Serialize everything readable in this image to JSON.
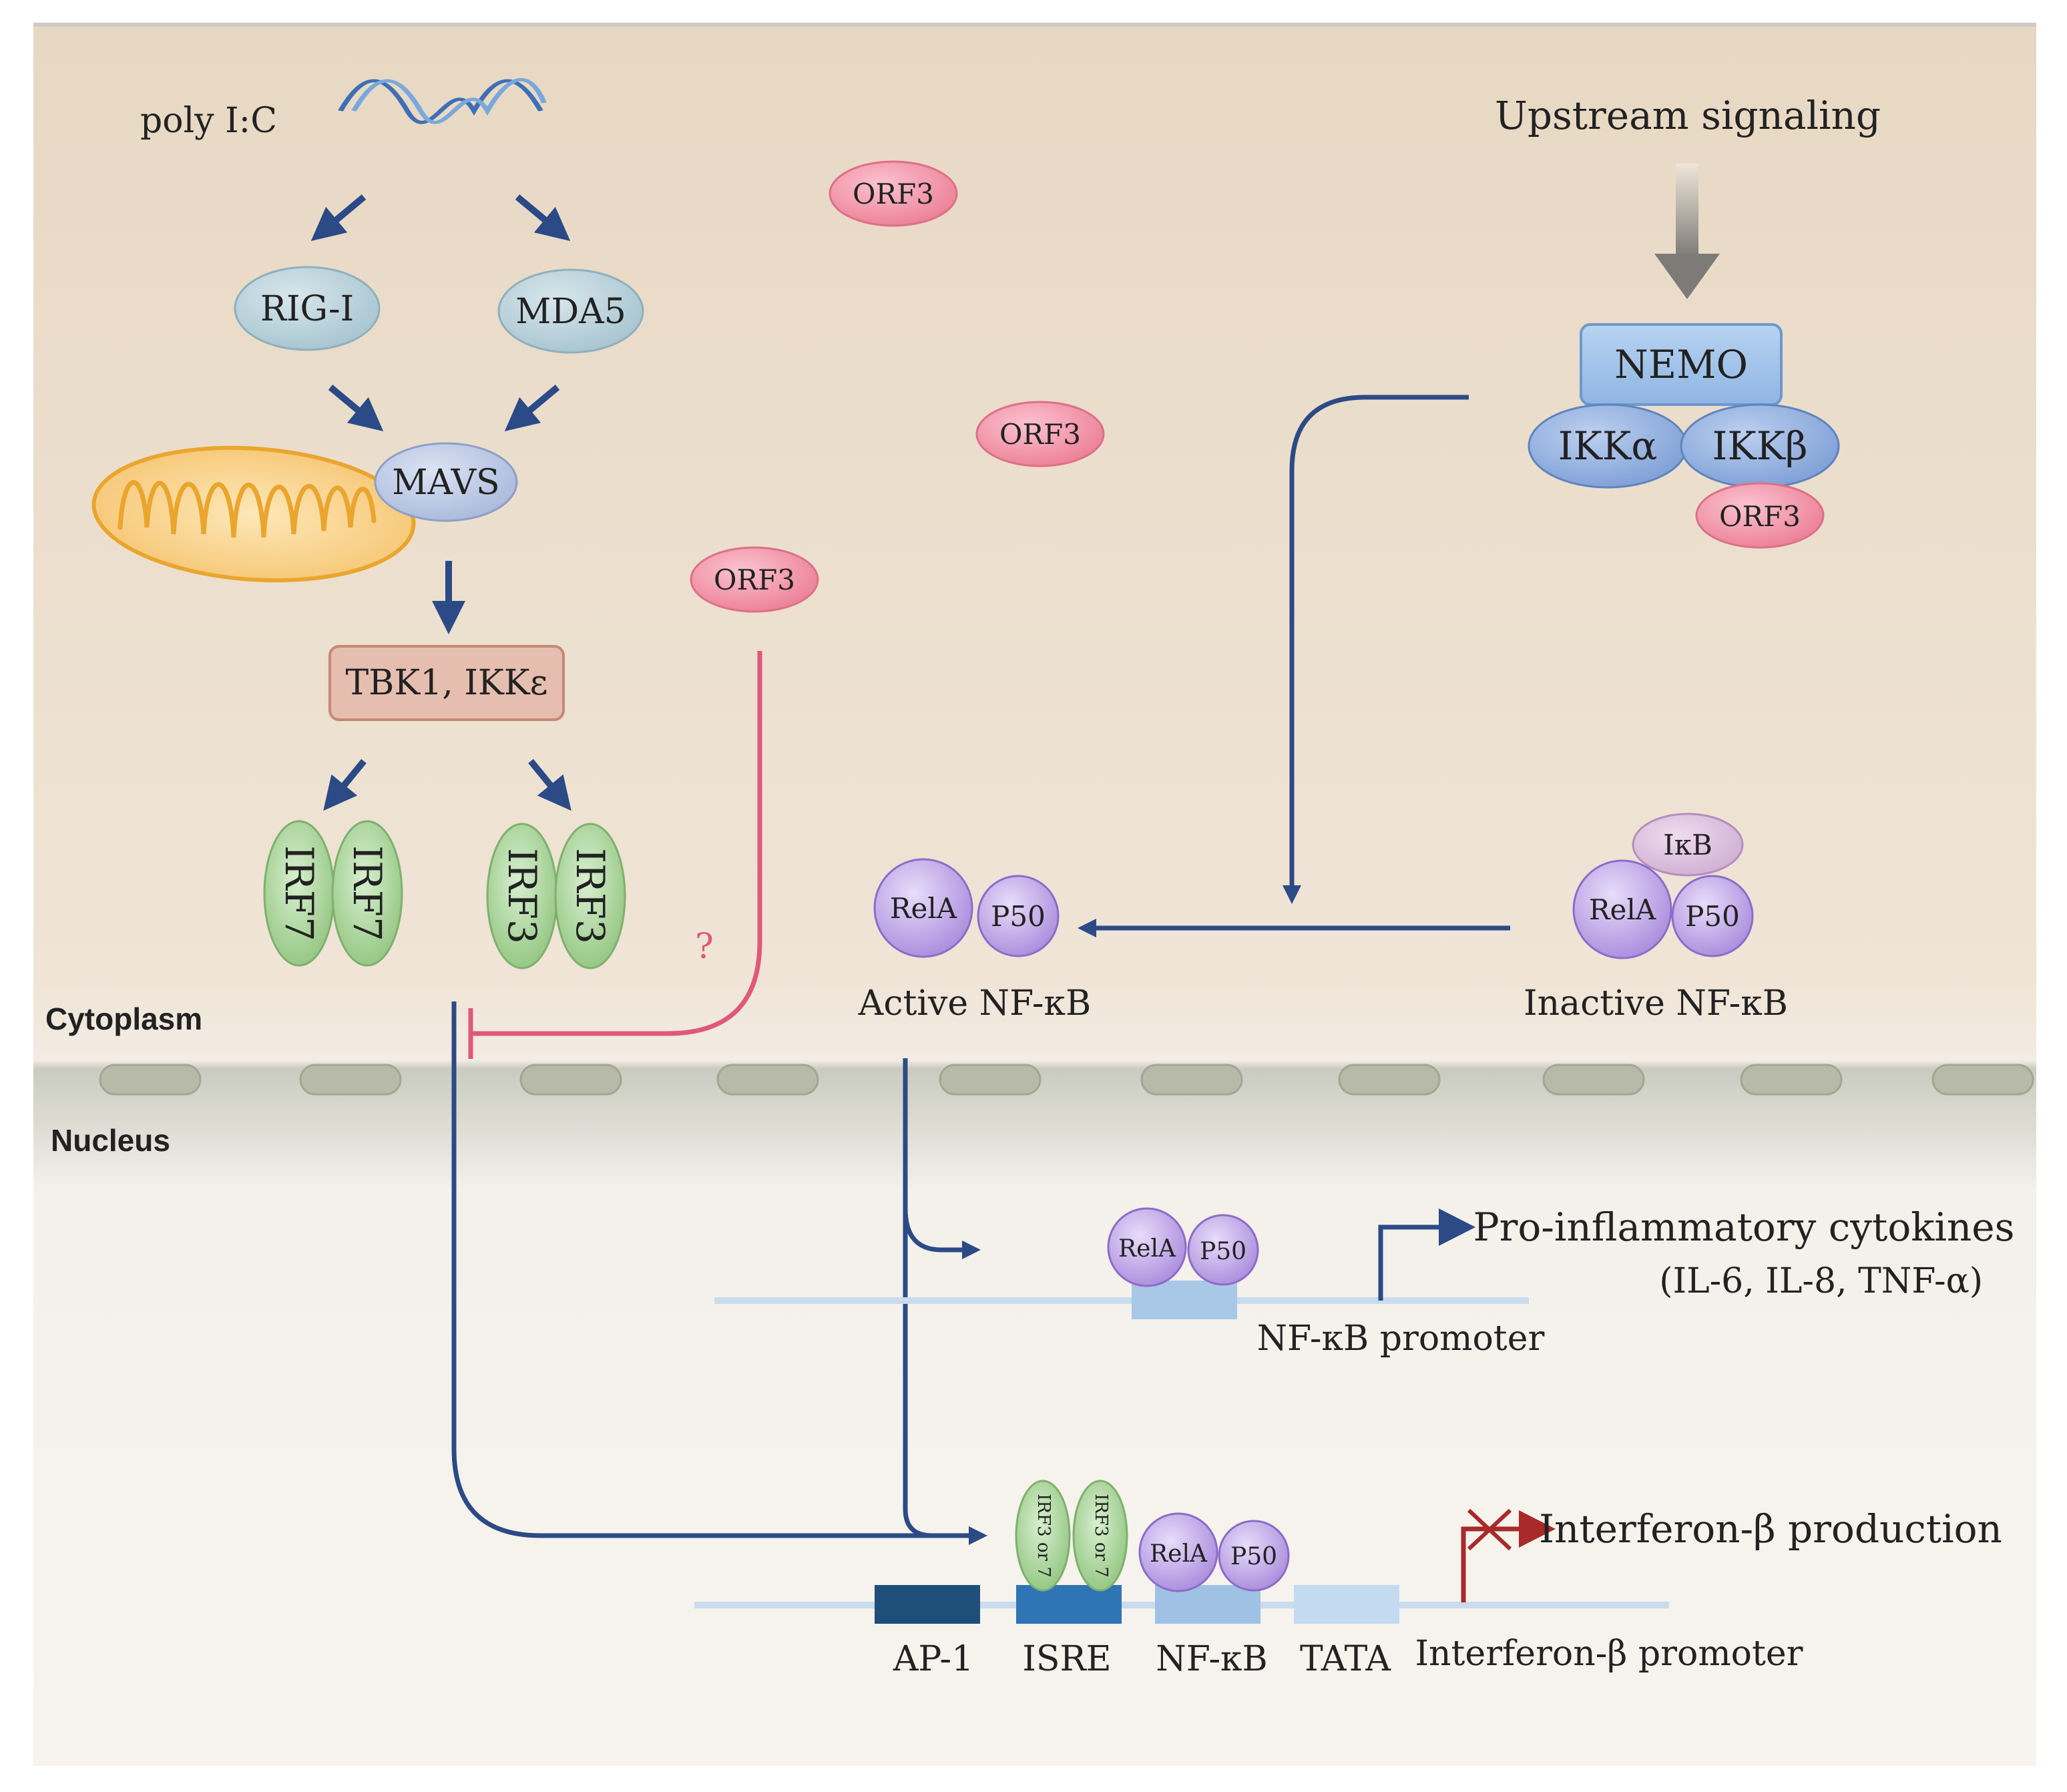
{
  "compartments": {
    "cytoplasm": "Cytoplasm",
    "nucleus": "Nucleus"
  },
  "ligand": "poly I:C",
  "sensors": {
    "rig_i": "RIG-I",
    "mda5": "MDA5"
  },
  "adaptor": "MAVS",
  "kinase": "TBK1, IKKε",
  "irf": {
    "irf7": "IRF7",
    "irf3": "IRF3"
  },
  "orf3": "ORF3",
  "question_mark": "?",
  "upstream": "Upstream signaling",
  "ikk_complex": {
    "nemo": "NEMO",
    "ikka": "IKKα",
    "ikkb": "IKKβ"
  },
  "nfkb": {
    "rela": "RelA",
    "p50": "P50",
    "ikb": "IκB",
    "active": "Active NF-κB",
    "inactive": "Inactive NF-κB"
  },
  "nfkb_promoter": {
    "label": "NF-κB promoter",
    "product": "Pro-inflammatory cytokines",
    "product_detail": "(IL-6, IL-8, TNF-α)"
  },
  "ifn_promoter": {
    "label": "Interferon-β promoter",
    "product": "Interferon-β production",
    "irf_small": "IRF3 or 7",
    "elements": [
      "AP-1",
      "ISRE",
      "NF-κB",
      "TATA"
    ]
  },
  "colors": {
    "arrow": "#2b4a86",
    "inhibit": "#e0587a",
    "blocked": "#a82a2a",
    "orf3": "#f08ba0",
    "sensor": "#b9d3dc",
    "nfkb_sub": "#b79be2",
    "irf": "#a9d49a"
  }
}
